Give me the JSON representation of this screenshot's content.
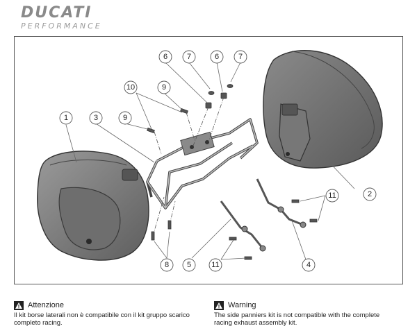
{
  "brand": {
    "name": "DUCATI",
    "sub": "PERFORMANCE"
  },
  "callouts": [
    {
      "id": "c1",
      "label": "1"
    },
    {
      "id": "c2",
      "label": "2"
    },
    {
      "id": "c3",
      "label": "3"
    },
    {
      "id": "c4",
      "label": "4"
    },
    {
      "id": "c5",
      "label": "5"
    },
    {
      "id": "c6a",
      "label": "6"
    },
    {
      "id": "c6b",
      "label": "6"
    },
    {
      "id": "c7a",
      "label": "7"
    },
    {
      "id": "c7b",
      "label": "7"
    },
    {
      "id": "c8",
      "label": "8"
    },
    {
      "id": "c9a",
      "label": "9"
    },
    {
      "id": "c9b",
      "label": "9"
    },
    {
      "id": "c10",
      "label": "10"
    },
    {
      "id": "c11a",
      "label": "11"
    },
    {
      "id": "c11b",
      "label": "11"
    }
  ],
  "notices": {
    "it": {
      "title": "Attenzione",
      "text": "Il kit borse laterali non è compatibile con il kit gruppo scarico completo racing."
    },
    "en": {
      "title": "Warning",
      "text": "The side panniers kit is not compatible with the complete racing exhaust assembly kit."
    }
  }
}
